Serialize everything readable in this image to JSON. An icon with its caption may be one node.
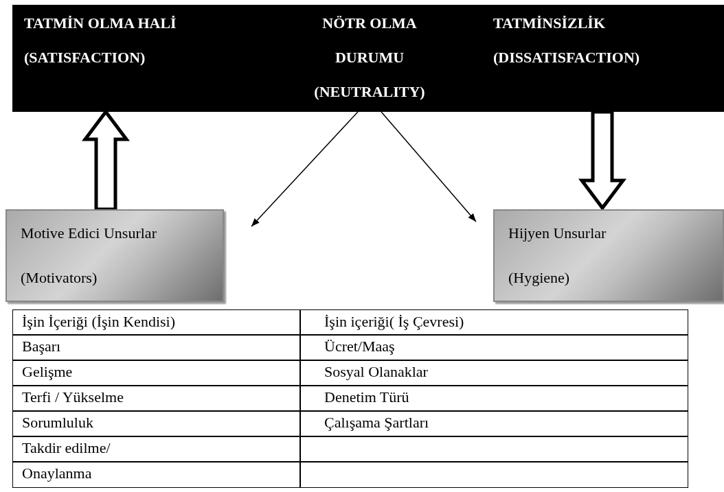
{
  "diagram": {
    "nodes": [
      {
        "text": [],
        "shape": "bar"
      },
      {
        "text": [
          "TATMİN OLMA HALİ (SATISFACTION)"
        ],
        "in": 0
      },
      {
        "text": [
          "NÖTR OLMA DURUMU (NEUTRALITY)"
        ],
        "in": 0
      },
      {
        "text": [
          "TATMİNSİZLİK (DISSATISFACTION)"
        ],
        "in": 0
      },
      {
        "text": [
          "Motive Edici Unsurlar",
          "(Motivators)"
        ]
      },
      {
        "text": [
          "Hijyen Unsurlar",
          "(Hygiene)"
        ]
      }
    ],
    "edges": [
      {
        "from": 4,
        "to": 1,
        "arrow": "to",
        "style": "thick"
      },
      {
        "from": 3,
        "to": 5,
        "arrow": "to",
        "style": "thick"
      },
      {
        "from": 2,
        "to": 4,
        "arrow": "to"
      },
      {
        "from": 2,
        "to": 5,
        "arrow": "to"
      }
    ],
    "labels": [
      "İşin İçeriği (İşin Kendisi)",
      "İşin içeriği( İş Çevresi)",
      "Başarı",
      "Ücret/Maaş",
      "Gelişme",
      "Sosyal Olanaklar",
      "Terfi / Yükselme",
      "Denetim Türü",
      "Sorumluluk",
      "Çalışama Şartları",
      "Takdir edilme/",
      "Onaylanma"
    ]
  }
}
